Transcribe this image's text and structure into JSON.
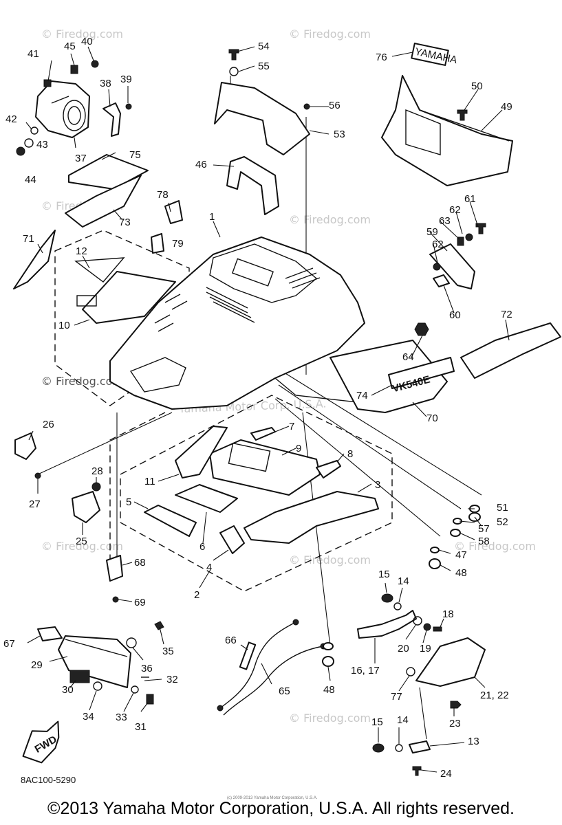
{
  "watermark": {
    "text": "© Firedog.com",
    "overlay_text": "Yamaha Motor Corp. U.S.A."
  },
  "decal_text": {
    "model": "VK540E",
    "brand_plate": "YAMAHA"
  },
  "fwd_label": "FWD",
  "catalog_code": "8AC100-5290",
  "fine_print": "(c) 2009-2013 Yamaha Motor Corporation, U.S.A.",
  "copyright": "©2013 Yamaha Motor Corporation, U.S.A. All rights reserved.",
  "part_labels": [
    "1",
    "2",
    "3",
    "4",
    "5",
    "6",
    "7",
    "8",
    "9",
    "10",
    "11",
    "12",
    "13",
    "14",
    "14",
    "15",
    "15",
    "16, 17",
    "18",
    "19",
    "20",
    "21, 22",
    "23",
    "24",
    "25",
    "26",
    "27",
    "28",
    "29",
    "30",
    "31",
    "32",
    "33",
    "34",
    "35",
    "36",
    "37",
    "38",
    "39",
    "40",
    "41",
    "42",
    "43",
    "44",
    "45",
    "46",
    "47",
    "48",
    "48",
    "49",
    "50",
    "51",
    "52",
    "53",
    "54",
    "55",
    "56",
    "57",
    "58",
    "59",
    "60",
    "61",
    "62",
    "62",
    "63",
    "64",
    "65",
    "66",
    "67",
    "68",
    "69",
    "70",
    "71",
    "72",
    "73",
    "74",
    "75",
    "76",
    "77",
    "78",
    "79"
  ]
}
